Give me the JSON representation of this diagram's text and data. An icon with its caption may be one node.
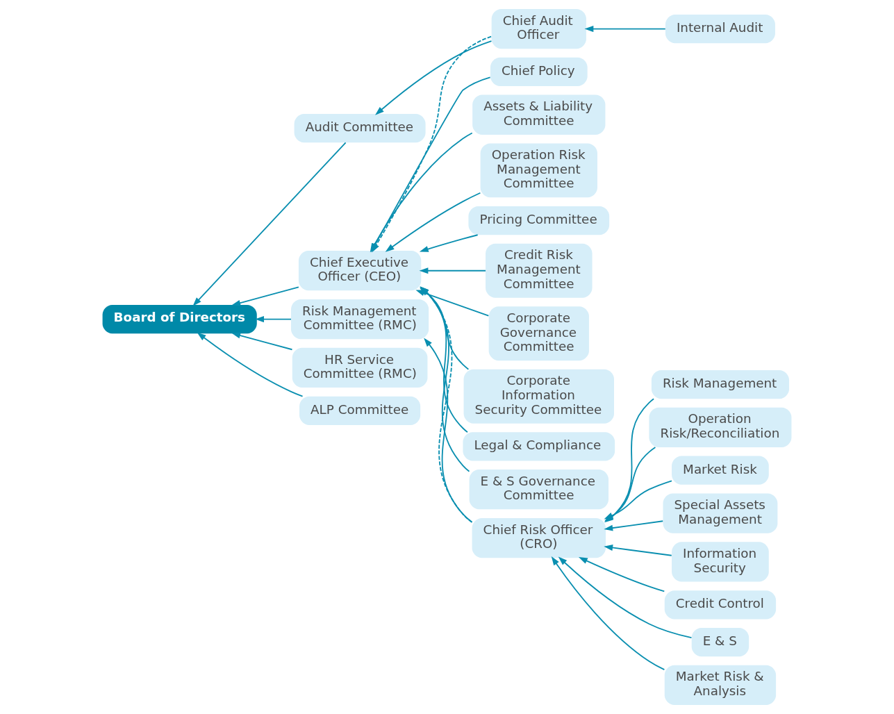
{
  "diagram": {
    "nodes": [
      {
        "text": [
          "Board of Directors"
        ]
      },
      {
        "text": [
          "Risk Management Committee (RMC)"
        ]
      },
      {
        "text": [
          "HR Service Committee (RMC)"
        ]
      },
      {
        "text": [
          "ALP Committee"
        ]
      },
      {
        "text": [
          "Audit Committee"
        ]
      },
      {
        "text": [
          "Chief Audit Officer"
        ]
      },
      {
        "text": [
          "Internal Audit"
        ]
      },
      {
        "text": [
          "Chief Executive Officer (CEO)"
        ]
      },
      {
        "text": [
          "Chief Risk Officer (CRO)"
        ]
      },
      {
        "text": [
          "Chief Policy"
        ]
      },
      {
        "text": [
          "Assets & Liability Committee"
        ]
      },
      {
        "text": [
          "Operation Risk Management Committee"
        ]
      },
      {
        "text": [
          "Pricing Committee"
        ]
      },
      {
        "text": [
          "Credit Risk Management Committee"
        ]
      },
      {
        "text": [
          "Corporate Governance Committee"
        ]
      },
      {
        "text": [
          "Corporate Information Security Committee"
        ]
      },
      {
        "text": [
          "Legal & Compliance"
        ]
      },
      {
        "text": [
          "E & S Governance Committee"
        ]
      },
      {
        "text": [
          "Risk Management"
        ]
      },
      {
        "text": [
          "Operation Risk/Reconciliation"
        ]
      },
      {
        "text": [
          "Market Risk"
        ]
      },
      {
        "text": [
          "Special Assets Management"
        ]
      },
      {
        "text": [
          "Information Security"
        ]
      },
      {
        "text": [
          "Credit Control"
        ]
      },
      {
        "text": [
          "E & S"
        ]
      },
      {
        "text": [
          "Market Risk & Analysis"
        ]
      }
    ],
    "edges": [
      {
        "from": 1,
        "to": 0,
        "arrow": "to"
      },
      {
        "from": 2,
        "to": 0,
        "arrow": "to"
      },
      {
        "from": 7,
        "to": 0,
        "arrow": "to"
      },
      {
        "from": 3,
        "to": 0,
        "arrow": "to"
      },
      {
        "from": 4,
        "to": 0,
        "arrow": "to"
      },
      {
        "from": 5,
        "to": 4,
        "arrow": "to"
      },
      {
        "from": 6,
        "to": 5,
        "arrow": "to"
      },
      {
        "from": 5,
        "to": 7,
        "arrow": "to",
        "style": "dashed"
      },
      {
        "from": 8,
        "to": 1,
        "arrow": "to"
      },
      {
        "from": 8,
        "to": 7,
        "arrow": "to",
        "style": "dashed"
      },
      {
        "from": 9,
        "to": 7,
        "arrow": "to"
      },
      {
        "from": 10,
        "to": 7,
        "arrow": "to"
      },
      {
        "from": 11,
        "to": 7,
        "arrow": "to"
      },
      {
        "from": 12,
        "to": 7,
        "arrow": "to"
      },
      {
        "from": 13,
        "to": 7,
        "arrow": "to"
      },
      {
        "from": 14,
        "to": 7,
        "arrow": "to"
      },
      {
        "from": 15,
        "to": 7,
        "arrow": "to"
      },
      {
        "from": 16,
        "to": 7,
        "arrow": "to"
      },
      {
        "from": 17,
        "to": 7,
        "arrow": "to"
      },
      {
        "from": 18,
        "to": 8,
        "arrow": "to"
      },
      {
        "from": 19,
        "to": 8,
        "arrow": "to"
      },
      {
        "from": 20,
        "to": 8,
        "arrow": "to"
      },
      {
        "from": 21,
        "to": 8,
        "arrow": "to"
      },
      {
        "from": 22,
        "to": 8,
        "arrow": "to"
      },
      {
        "from": 23,
        "to": 8,
        "arrow": "to"
      },
      {
        "from": 24,
        "to": 8,
        "arrow": "to"
      },
      {
        "from": 25,
        "to": 8,
        "arrow": "to"
      }
    ]
  }
}
